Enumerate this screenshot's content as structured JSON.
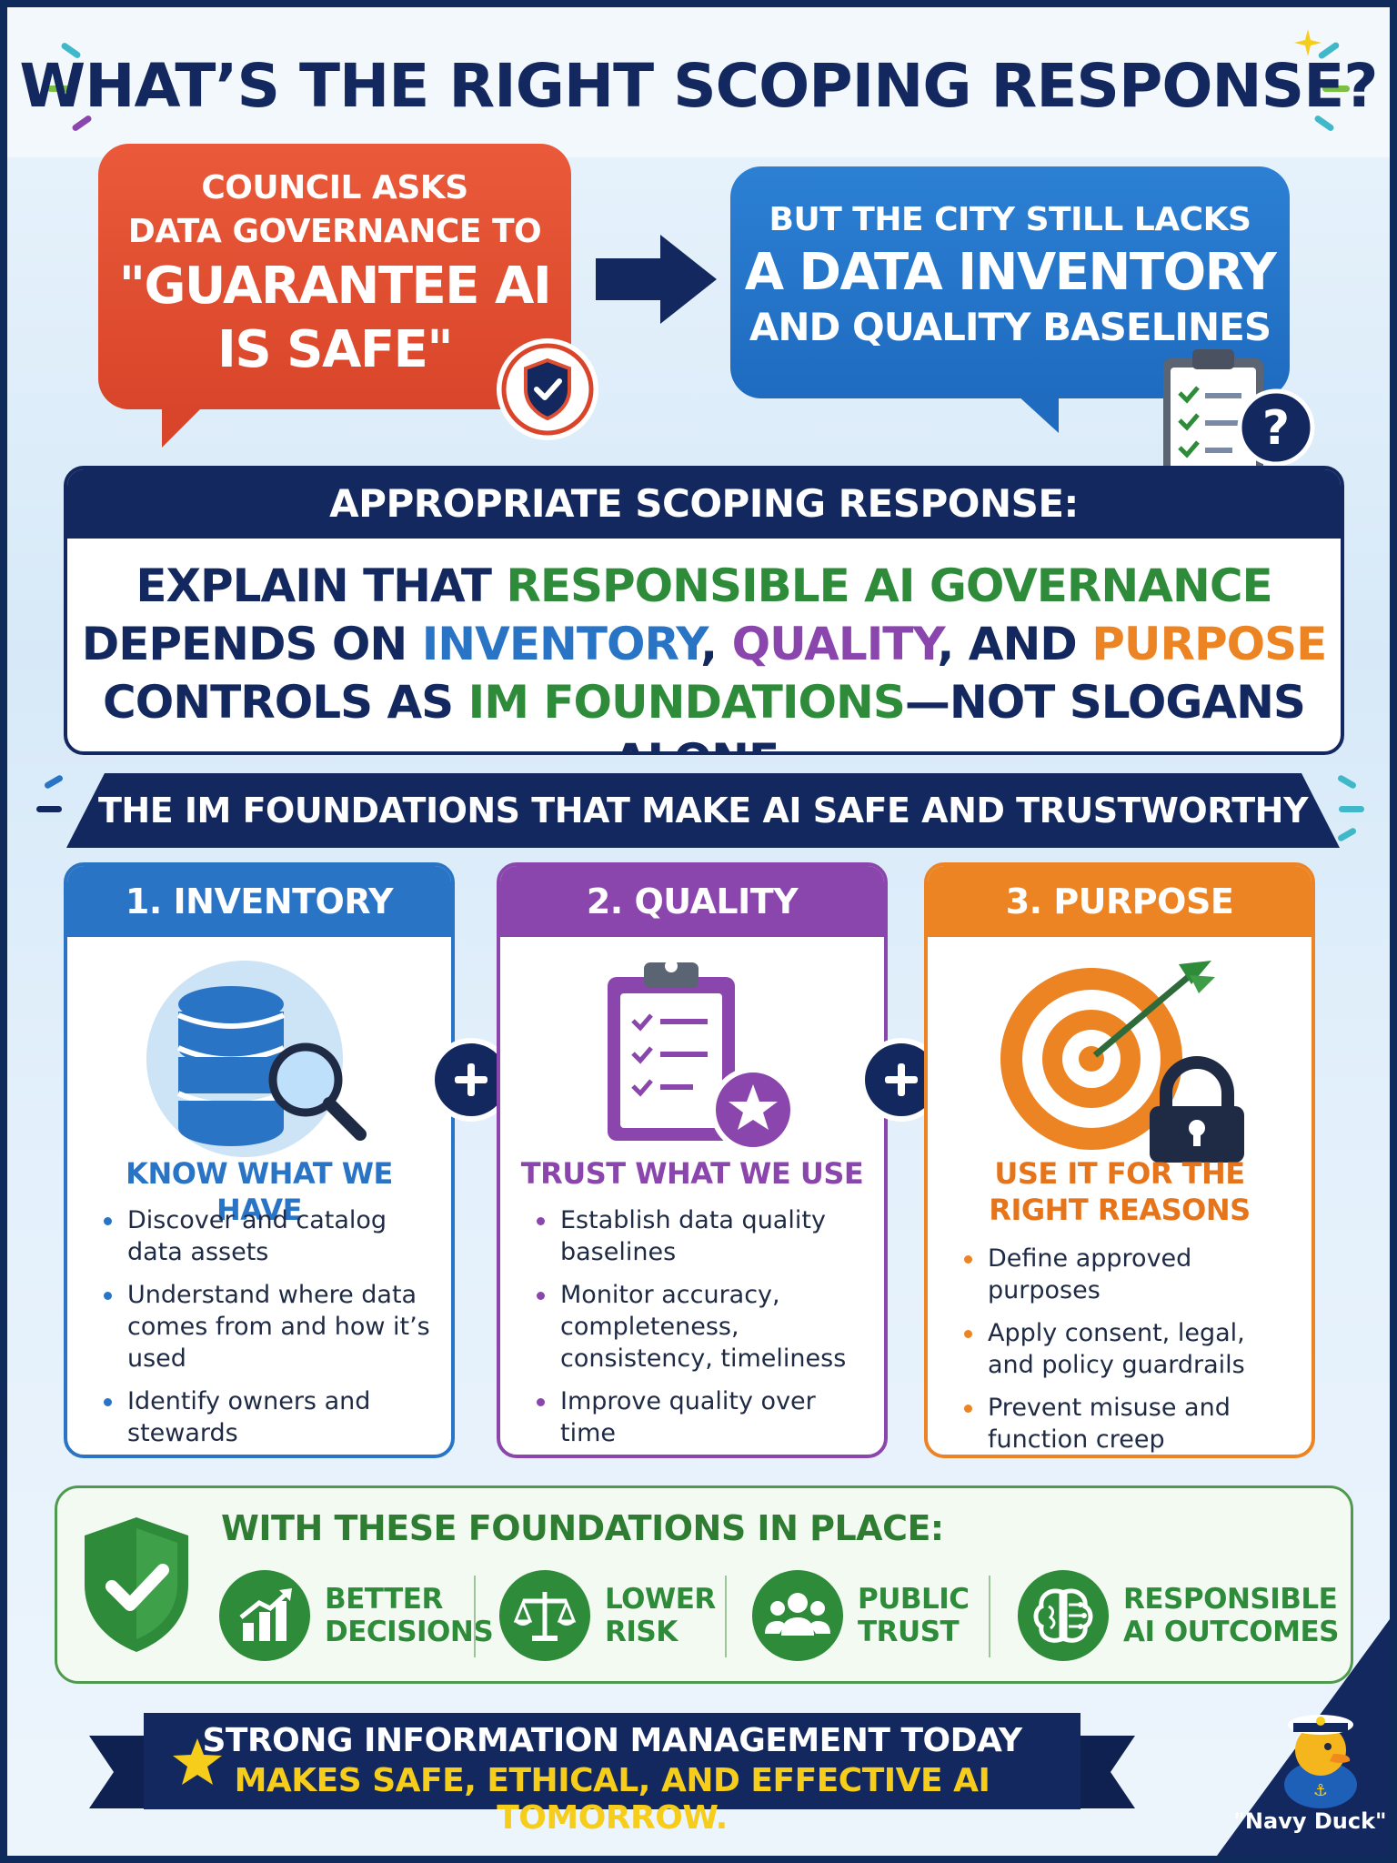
{
  "title": "WHAT’S THE RIGHT SCOPING RESPONSE?",
  "colors": {
    "navy": "#13285e",
    "red": "#e04e31",
    "blue": "#2a74c6",
    "green": "#2e8b3a",
    "purple": "#8a46ad",
    "orange": "#ec8424",
    "gold": "#f7cd1c"
  },
  "scenario": {
    "request": {
      "line1": "COUNCIL ASKS",
      "line2": "DATA GOVERNANCE TO",
      "line3": "\"GUARANTEE AI",
      "line4": "IS SAFE\"",
      "icon": "shield-check-icon"
    },
    "reality": {
      "line1": "BUT THE CITY STILL LACKS",
      "line2": "A DATA INVENTORY",
      "line3": "AND QUALITY BASELINES",
      "icon": "clipboard-question-icon"
    }
  },
  "response": {
    "heading": "APPROPRIATE SCOPING RESPONSE:",
    "w1": "EXPLAIN THAT ",
    "w2": "RESPONSIBLE AI GOVERNANCE",
    "w3": "DEPENDS ON ",
    "w4": "INVENTORY",
    "w5": ", ",
    "w6": "QUALITY",
    "w7": ", AND ",
    "w8": "PURPOSE",
    "w9": "CONTROLS AS ",
    "w10": "IM FOUNDATIONS",
    "w11": "—NOT SLOGANS ALONE."
  },
  "foundations_heading": "THE IM FOUNDATIONS THAT MAKE AI SAFE AND TRUSTWORTHY",
  "pillars": [
    {
      "title": "1. INVENTORY",
      "icon": "database-magnifier-icon",
      "subtitle": "KNOW WHAT WE HAVE",
      "bullets": [
        "Discover and catalog data assets",
        "Understand where data comes from and how it’s used",
        "Identify owners and stewards"
      ]
    },
    {
      "title": "2. QUALITY",
      "icon": "clipboard-star-icon",
      "subtitle": "TRUST WHAT WE USE",
      "bullets": [
        "Establish data quality baselines",
        "Monitor accuracy, completeness, consistency, timeliness",
        "Improve quality over time"
      ]
    },
    {
      "title": "3. PURPOSE CONTROLS",
      "icon": "target-lock-icon",
      "subtitle": "USE IT FOR THE RIGHT REASONS",
      "bullets": [
        "Define approved purposes",
        "Apply consent, legal, and policy guardrails",
        "Prevent misuse and function creep"
      ]
    }
  ],
  "outcomes": {
    "heading": "WITH THESE FOUNDATIONS IN PLACE:",
    "items": [
      {
        "line1": "BETTER",
        "line2": "DECISIONS",
        "icon": "growth-chart-icon"
      },
      {
        "line1": "LOWER",
        "line2": "RISK",
        "icon": "balance-scale-icon"
      },
      {
        "line1": "PUBLIC",
        "line2": "TRUST",
        "icon": "people-group-icon"
      },
      {
        "line1": "RESPONSIBLE",
        "line2": "AI OUTCOMES",
        "icon": "brain-circuit-icon"
      }
    ]
  },
  "banner": {
    "line1": "STRONG INFORMATION MANAGEMENT TODAY",
    "line2": "MAKES SAFE, ETHICAL, AND EFFECTIVE AI TOMORROW."
  },
  "mascot": "\"Navy Duck\""
}
